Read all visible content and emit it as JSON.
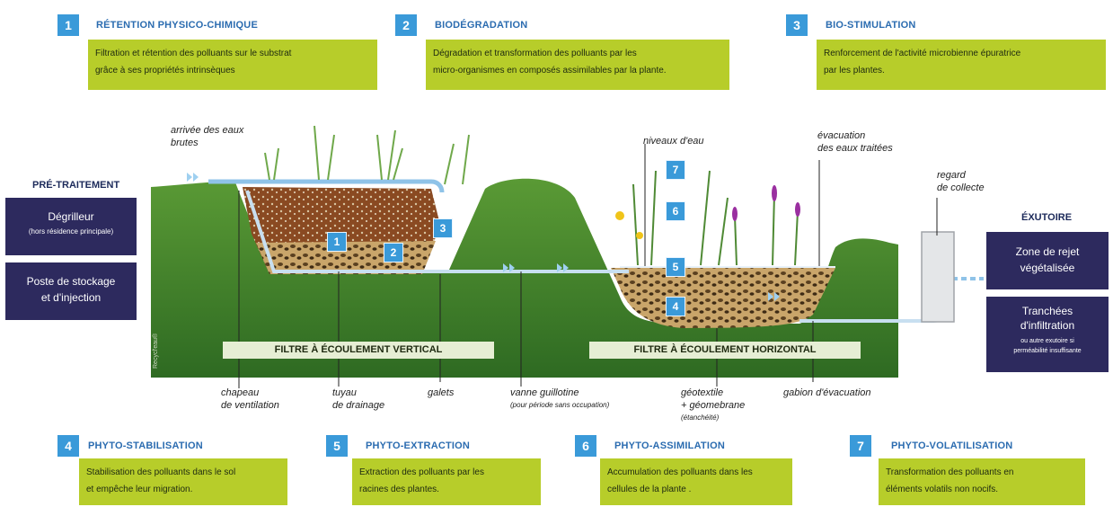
{
  "top_processes": [
    {
      "num": "1",
      "title": "RÉTENTION PHYSICO-CHIMIQUE",
      "desc1": "Filtration et rétention des polluants sur le substrat",
      "desc2": "grâce à ses propriétés intrinsèques"
    },
    {
      "num": "2",
      "title": "BIODÉGRADATION",
      "desc1": "Dégradation et transformation des polluants par les",
      "desc2": "micro-organismes en composés assimilables par la plante."
    },
    {
      "num": "3",
      "title": "BIO-STIMULATION",
      "desc1": "Renforcement de l'activité microbienne épuratrice",
      "desc2": "par les plantes."
    }
  ],
  "bottom_processes": [
    {
      "num": "4",
      "title": "PHYTO-STABILISATION",
      "desc1": "Stabilisation des polluants dans le sol",
      "desc2": "et empêche leur migration."
    },
    {
      "num": "5",
      "title": "PHYTO-EXTRACTION",
      "desc1": "Extraction des polluants par les",
      "desc2": "racines des plantes."
    },
    {
      "num": "6",
      "title": "PHYTO-ASSIMILATION",
      "desc1": "Accumulation des polluants dans les",
      "desc2": "cellules de la plante ."
    },
    {
      "num": "7",
      "title": "PHYTO-VOLATILISATION",
      "desc1": "Transformation des polluants en",
      "desc2": "éléments volatils non nocifs."
    }
  ],
  "pretraitement": {
    "heading": "PRÉ-TRAITEMENT",
    "box1_line1": "Dégrilleur",
    "box1_line2": "(hors résidence principale)",
    "box2_line1": "Poste de stockage",
    "box2_line2": "et d'injection"
  },
  "exutoire": {
    "heading": "ÉXUTOIRE",
    "box1_line1": "Zone de rejet",
    "box1_line2": "végétalisée",
    "box2_line1": "Tranchées",
    "box2_line2": "d'infiltration",
    "box2_note1": "ou autre exutoire si",
    "box2_note2": "perméabilité insuffisante"
  },
  "diagram_labels": {
    "arrivee1": "arrivée des eaux",
    "arrivee2": "brutes",
    "niveaux": "niveaux d'eau",
    "evacuation1": "évacuation",
    "evacuation2": "des eaux traitées",
    "regard1": "regard",
    "regard2": "de collecte",
    "filtre_vertical": "FILTRE À ÉCOULEMENT VERTICAL",
    "filtre_horizontal": "FILTRE À ÉCOULEMENT HORIZONTAL",
    "chapeau1": "chapeau",
    "chapeau2": "de ventilation",
    "tuyau1": "tuyau",
    "tuyau2": "de drainage",
    "galets": "galets",
    "vanne": "vanne guillotine",
    "vanne_note": "(pour période sans occupation)",
    "geotextile1": "géotextile",
    "geotextile2": "+ géomebrane",
    "geotextile_note": "(étanchéité)",
    "gabion": "gabion d'évacuation",
    "watermark": "Recycl'eau®"
  },
  "badges": [
    "1",
    "2",
    "3",
    "4",
    "5",
    "6",
    "7"
  ],
  "colors": {
    "accent_blue": "#3a9ad9",
    "lime_box": "#b7cd2a",
    "navy_box": "#2d2a5e",
    "grass": "#3f7d2a",
    "title_blue": "#2b6cb0"
  }
}
